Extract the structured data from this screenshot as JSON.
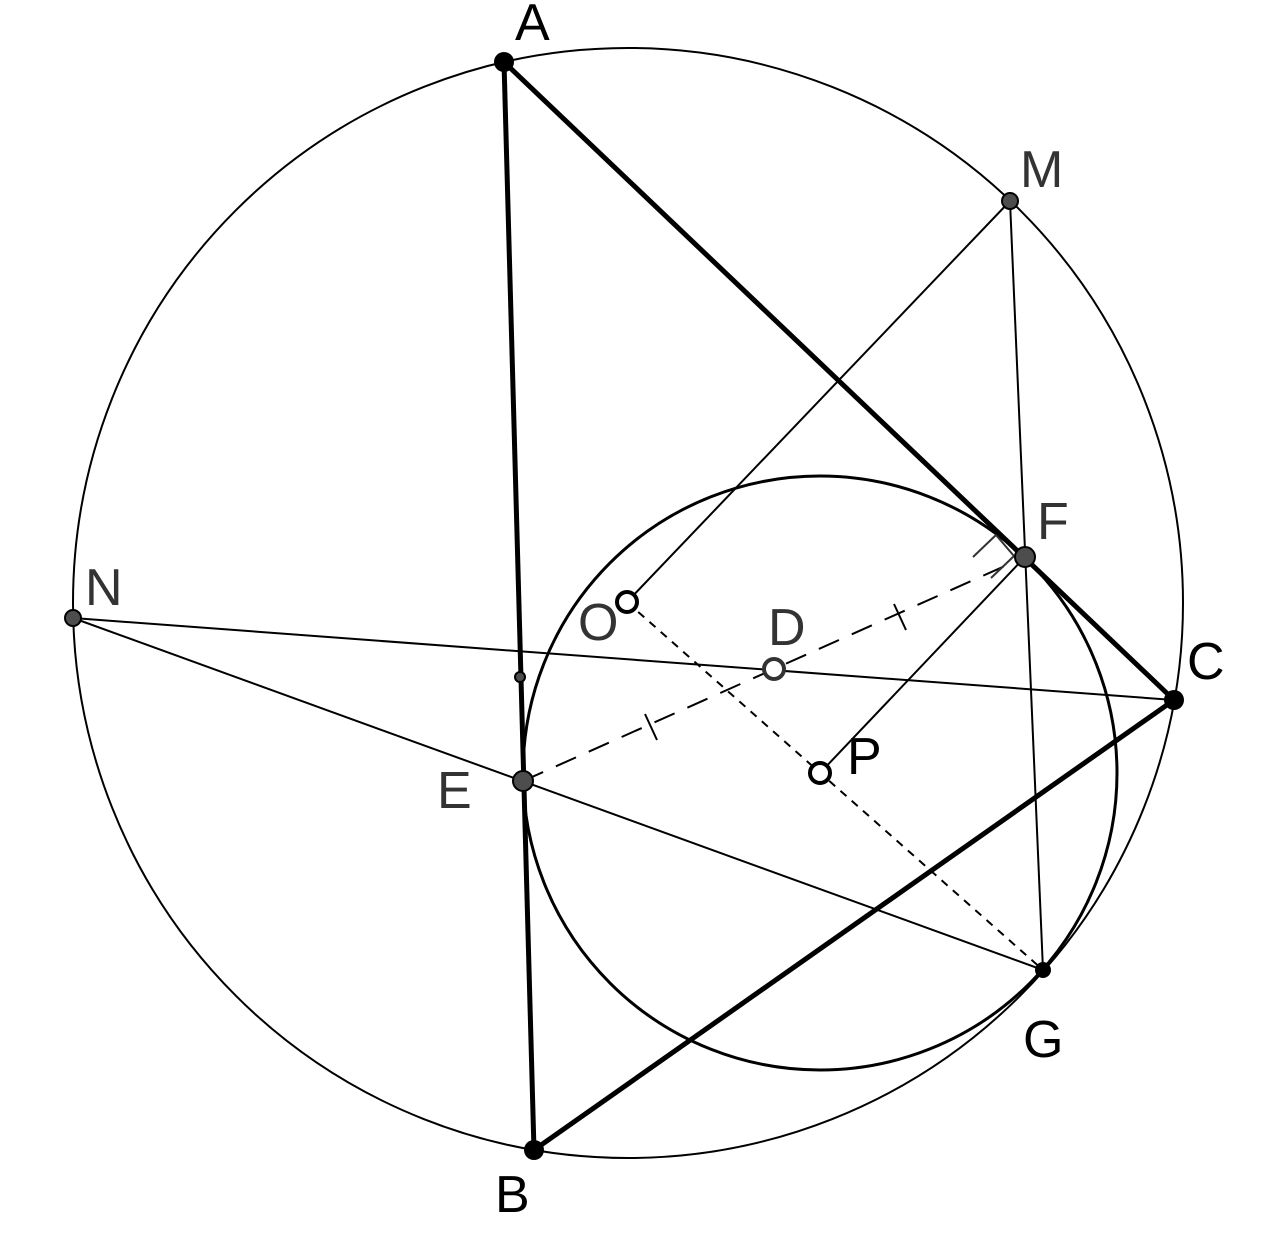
{
  "labels": {
    "A": "A",
    "B": "B",
    "C": "C",
    "D": "D",
    "E": "E",
    "F": "F",
    "G": "G",
    "M": "M",
    "N": "N",
    "O": "O",
    "P": "P"
  },
  "colors": {
    "stroke": "#000000",
    "point_dark": "#000000",
    "point_gray": "#4d4d4d",
    "label_black": "#000000",
    "label_gray": "#333333",
    "background": "#ffffff"
  }
}
